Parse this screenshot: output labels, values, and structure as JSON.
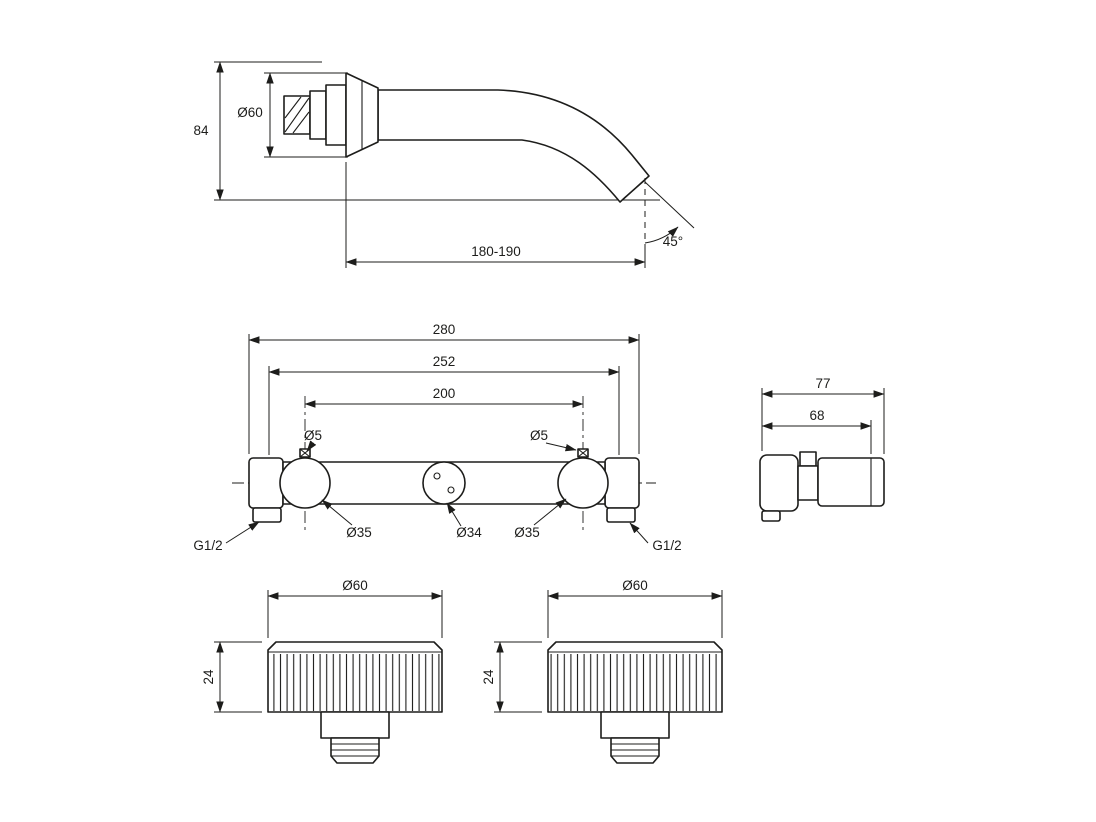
{
  "drawing": {
    "line_color": "#1d1d1b",
    "background": "#ffffff",
    "spout_side_view": {
      "height": "84",
      "flange_diameter": "Ø60",
      "projection_length": "180-190",
      "outlet_angle": "45°"
    },
    "body_front_view": {
      "overall_width": "280",
      "mounting_width": "252",
      "valve_spacing": "200",
      "screw_hole_left": "Ø5",
      "screw_hole_right": "Ø5",
      "valve_diameter_left": "Ø35",
      "center_hole_diameter": "Ø34",
      "valve_diameter_right": "Ø35",
      "connection_left": "G1/2",
      "connection_right": "G1/2"
    },
    "body_side_view": {
      "overall_depth": "77",
      "body_depth": "68"
    },
    "handle_view_left": {
      "diameter": "Ø60",
      "height": "24"
    },
    "handle_view_right": {
      "diameter": "Ø60",
      "height": "24"
    }
  }
}
